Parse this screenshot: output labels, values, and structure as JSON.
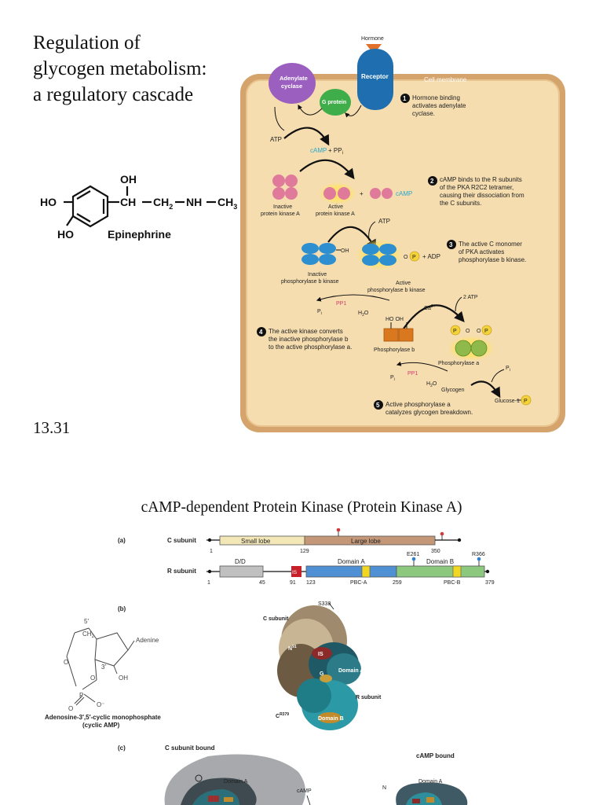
{
  "slide1": {
    "title_lines": [
      "Regulation of",
      "glycogen metabolism:",
      "a regulatory cascade"
    ],
    "figure_number": "13.31",
    "epinephrine": {
      "name": "Epinephrine",
      "ho_top": "HO",
      "ho_bottom": "HO",
      "oh": "OH",
      "chain_ch": "CH",
      "chain_ch2": "CH",
      "chain_ch2_sub": "2",
      "chain_nh": "NH",
      "chain_ch3": "CH",
      "chain_ch3_sub": "3"
    },
    "cell": {
      "hormone": "Hormone",
      "receptor": "Receptor",
      "adenylate_cyclase": [
        "Adenylate",
        "cyclase"
      ],
      "g_protein": "G protein",
      "cell_membrane": "Cell membrane",
      "atp": "ATP",
      "camp": "cAMP",
      "pp": "+ PP",
      "pp_sub": "i",
      "inactive_pka": [
        "Inactive",
        "protein kinase A"
      ],
      "active_pka": [
        "Active",
        "protein kinase A"
      ],
      "camp_label": "cAMP",
      "plus": "+",
      "atp2": "ATP",
      "oh_label": "OH",
      "o_label": "O",
      "p_label": "P",
      "adp": "+ ADP",
      "inactive_phk": [
        "Inactive",
        "phosphorylase b kinase"
      ],
      "active_phk": [
        "Active",
        "phosphorylase b kinase"
      ],
      "pi": "P",
      "pi_sub": "i",
      "pp1": "PP1",
      "h2o": "H",
      "h2o_sub": "2",
      "h2o_end": "O",
      "ca": "Ca",
      "ca_sup": "2+",
      "two_atp": "2 ATP",
      "ho_oh": "HO    OH",
      "phosphorylase_b": "Phosphorylase b",
      "phosphorylase_a": "Phosphorylase a",
      "glycogen": "Glycogen",
      "glucose": "Glucose-1",
      "steps": [
        {
          "num": "1",
          "lines": [
            "Hormone binding",
            "activates adenylate",
            "cyclase."
          ]
        },
        {
          "num": "2",
          "lines": [
            "cAMP binds to the R subunits",
            "of the PKA R2C2 tetramer,",
            "causing their dissociation from",
            "the C subunits."
          ]
        },
        {
          "num": "3",
          "lines": [
            "The active C monomer",
            "of PKA activates",
            "phosphorylase b kinase."
          ]
        },
        {
          "num": "4",
          "lines": [
            "The active kinase converts",
            "the inactive phosphorylase b",
            "to the active phosphorylase a."
          ]
        },
        {
          "num": "5",
          "lines": [
            "Active phosphorylase a",
            "catalyzes glycogen breakdown."
          ]
        }
      ]
    }
  },
  "slide2": {
    "title": "cAMP-dependent Protein Kinase (Protein Kinase A)",
    "panel_a": {
      "label": "(a)",
      "c_subunit": "C subunit",
      "r_subunit": "R subunit",
      "small_lobe": "Small lobe",
      "large_lobe": "Large lobe",
      "c_ticks": [
        "1",
        "129",
        "350"
      ],
      "dd": "D/D",
      "domain_a": "Domain A",
      "domain_b": "Domain B",
      "is": "IS",
      "pbc_a": "PBC-A",
      "pbc_b": "PBC-B",
      "e261": "E261",
      "r366": "R366",
      "r_ticks": [
        "1",
        "45",
        "91",
        "123",
        "259",
        "379"
      ]
    },
    "panel_b": {
      "label": "(b)",
      "five_prime": "5′",
      "ch2": "CH",
      "ch2_sub": "2",
      "adenine": "Adenine",
      "three_prime": "3′",
      "oh": "OH",
      "o_eq": "O",
      "p": "P",
      "o_minus": "O⁻",
      "o": "O",
      "camp_name": "Adenosine-3′,5′-cyclic monophosphate",
      "camp_abbrev": "(cyclic AMP)",
      "c_subunit": "C subunit",
      "r_subunit": "R subunit",
      "s338": "S338",
      "nh": "N",
      "nh_sup": "91",
      "is": "IS",
      "domain_a": "Domain A",
      "domain_b": "Domain B",
      "c_r379": "C",
      "c_r379_sup": "R379",
      "g": "G"
    },
    "panel_c": {
      "label": "(c)",
      "c_bound": "C subunit bound",
      "camp_bound": "cAMP bound",
      "camp": "cAMP",
      "domain_a": "Domain A",
      "n_label": "N"
    }
  },
  "colors": {
    "cell_bg": "#f5ddb0",
    "membrane": "#c9935a",
    "receptor": "#1f6fb0",
    "hormone": "#e0702a",
    "g_protein": "#3fae4a",
    "adenylate": "#9b5fc0",
    "pka": "#e07a9a",
    "phk": "#2e8fd0",
    "phos_b": "#d9781f",
    "phos_a": "#8fb94a",
    "phosphate": "#f3d23a",
    "camp_text": "#2aa8c9",
    "pp1_text": "#d63a6a"
  }
}
